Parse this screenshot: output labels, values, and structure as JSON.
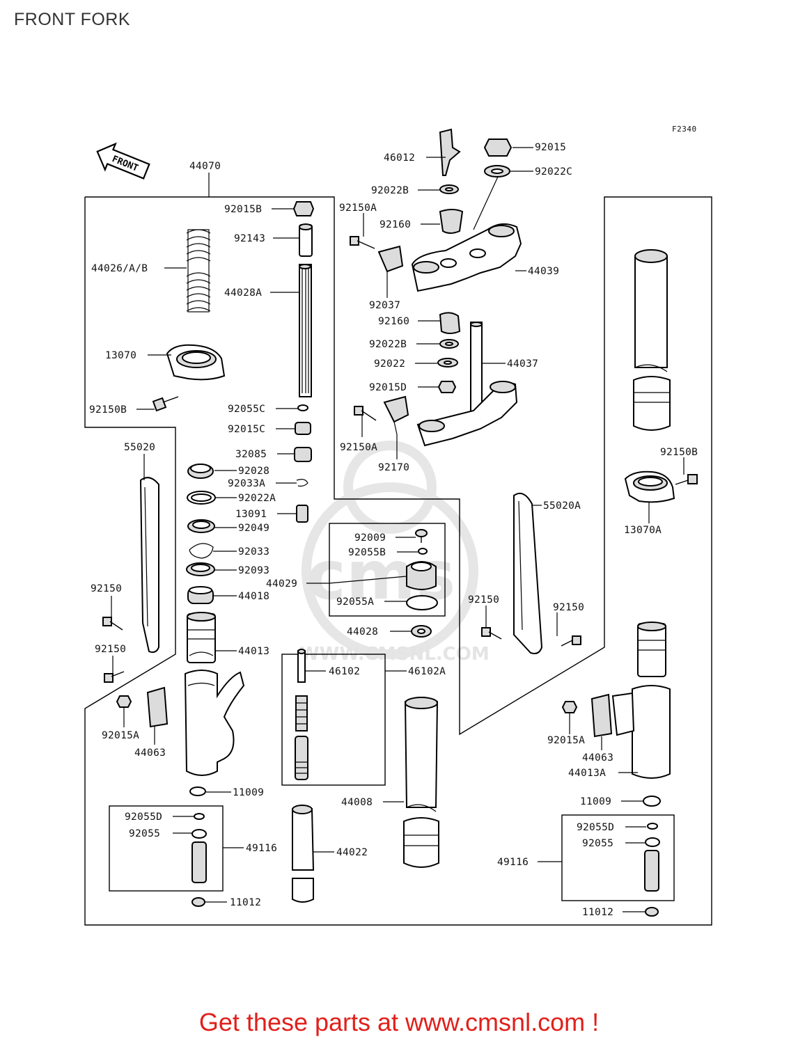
{
  "page": {
    "title": "FRONT FORK"
  },
  "figure": {
    "code": "F2340",
    "front_marker": "FRONT"
  },
  "watermark": {
    "brand": "cms",
    "url": "WWW.CMSNL.COM"
  },
  "parts": {
    "p44070": "44070",
    "p92015B": "92015B",
    "p92143": "92143",
    "p44026AB": "44026/A/B",
    "p44028A": "44028A",
    "p13070": "13070",
    "p92150B_l": "92150B",
    "p92055C": "92055C",
    "p92015C": "92015C",
    "p32085": "32085",
    "p55020": "55020",
    "p92028": "92028",
    "p92033A": "92033A",
    "p92022A": "92022A",
    "p13091": "13091",
    "p92049": "92049",
    "p92033": "92033",
    "p92093": "92093",
    "p44018": "44018",
    "p92150_l1": "92150",
    "p92150_l2": "92150",
    "p44013": "44013",
    "p92015A_l": "92015A",
    "p44063_l": "44063",
    "p11009_l": "11009",
    "p92055D_l": "92055D",
    "p92055_l": "92055",
    "p49116_l": "49116",
    "p11012_l": "11012",
    "p46012": "46012",
    "p92015": "92015",
    "p92022C": "92022C",
    "p92022B_t": "92022B",
    "p92150A_t": "92150A",
    "p92160_t": "92160",
    "p44039": "44039",
    "p92037": "92037",
    "p92160_b": "92160",
    "p92022B_b": "92022B",
    "p92022": "92022",
    "p44037": "44037",
    "p92015D": "92015D",
    "p92150A_b": "92150A",
    "p92170": "92170",
    "p92009": "92009",
    "p92055B": "92055B",
    "p44029": "44029",
    "p92055A": "92055A",
    "p44028": "44028",
    "p46102": "46102",
    "p46102A": "46102A",
    "p44008": "44008",
    "p44022": "44022",
    "p55020A": "55020A",
    "p92150_r1": "92150",
    "p92150_r2": "92150",
    "p92150B_r": "92150B",
    "p13070A": "13070A",
    "p92015A_r": "92015A",
    "p44063_r": "44063",
    "p44013A": "44013A",
    "p11009_r": "11009",
    "p92055D_r": "92055D",
    "p92055_r": "92055",
    "p49116_r": "49116",
    "p11012_r": "11012"
  },
  "footer": {
    "promo": "Get these parts at www.cmsnl.com !"
  }
}
